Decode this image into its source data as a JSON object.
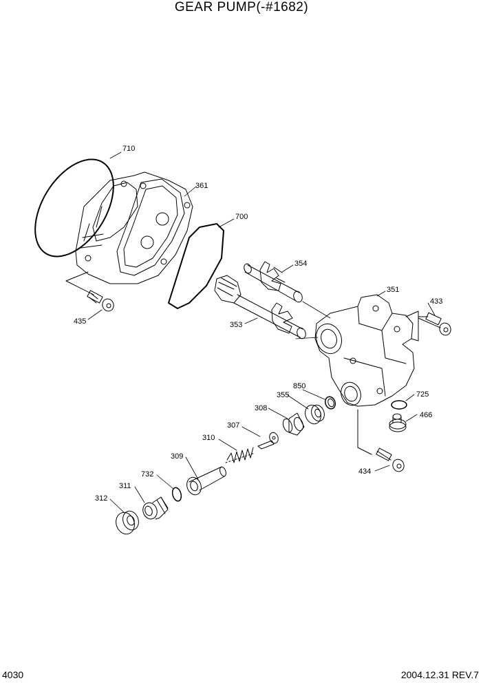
{
  "title": "GEAR PUMP(-#1682)",
  "page_number": "4030",
  "revision": "2004.12.31  REV.7",
  "parts": {
    "p710": "710",
    "p361": "361",
    "p700": "700",
    "p354": "354",
    "p351": "351",
    "p433": "433",
    "p435": "435",
    "p353": "353",
    "p850": "850",
    "p355": "355",
    "p725": "725",
    "p308": "308",
    "p466": "466",
    "p307": "307",
    "p310": "310",
    "p309": "309",
    "p434": "434",
    "p732": "732",
    "p311": "311",
    "p312": "312"
  }
}
